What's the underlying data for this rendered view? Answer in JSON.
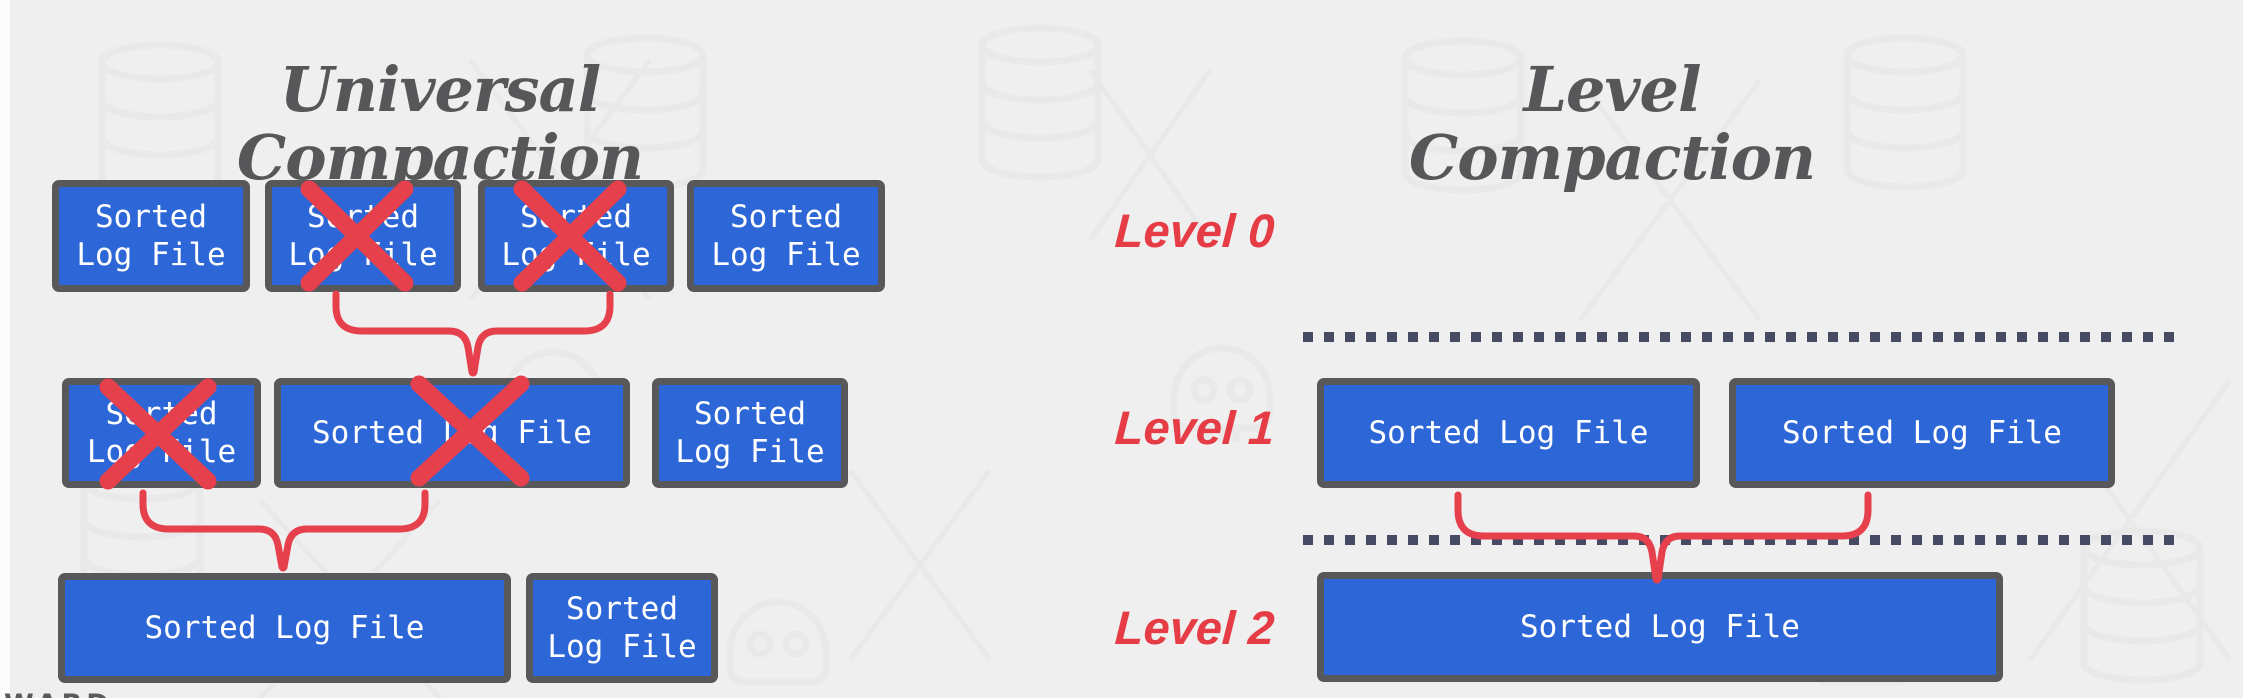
{
  "left": {
    "title": "Universal Compaction",
    "rows": [
      {
        "boxes": [
          {
            "label": "Sorted\nLog File",
            "crossed_out": false
          },
          {
            "label": "Sorted\nLog File",
            "crossed_out": true
          },
          {
            "label": "Sorted\nLog File",
            "crossed_out": true
          },
          {
            "label": "Sorted\nLog File",
            "crossed_out": false
          }
        ]
      },
      {
        "boxes": [
          {
            "label": "Sorted\nLog File",
            "crossed_out": true
          },
          {
            "label": "Sorted Log File",
            "crossed_out": true
          },
          {
            "label": "Sorted\nLog File",
            "crossed_out": false
          }
        ]
      },
      {
        "boxes": [
          {
            "label": "Sorted Log File",
            "crossed_out": false
          },
          {
            "label": "Sorted\nLog File",
            "crossed_out": false
          }
        ]
      }
    ]
  },
  "right": {
    "title": "Level Compaction",
    "levels": [
      {
        "label": "Level 0",
        "boxes": []
      },
      {
        "label": "Level 1",
        "boxes": [
          {
            "label": "Sorted Log File"
          },
          {
            "label": "Sorted Log File"
          }
        ]
      },
      {
        "label": "Level 2",
        "boxes": [
          {
            "label": "Sorted Log File"
          }
        ]
      }
    ]
  },
  "footer": {
    "partial_text": "WARD"
  },
  "annotations": {
    "red_x_marks": 4,
    "merge_braces": 3,
    "dotted_level_dividers": 2
  },
  "colors": {
    "background": "#efefef",
    "box_fill": "#2d67d7",
    "box_border": "#58585a",
    "box_text": "#ffffff",
    "title_gray": "#57575a",
    "accent_red": "#e6404d",
    "level_label_red": "#e63c46",
    "dotted_line_navy": "#464a62",
    "watermark_gray": "#e3e3e3"
  },
  "icons": {
    "watermark": [
      "database-cylinder-icon",
      "skull-icon",
      "cross-lattice-icon"
    ],
    "overlay": [
      "red-x-icon",
      "merge-brace"
    ]
  }
}
